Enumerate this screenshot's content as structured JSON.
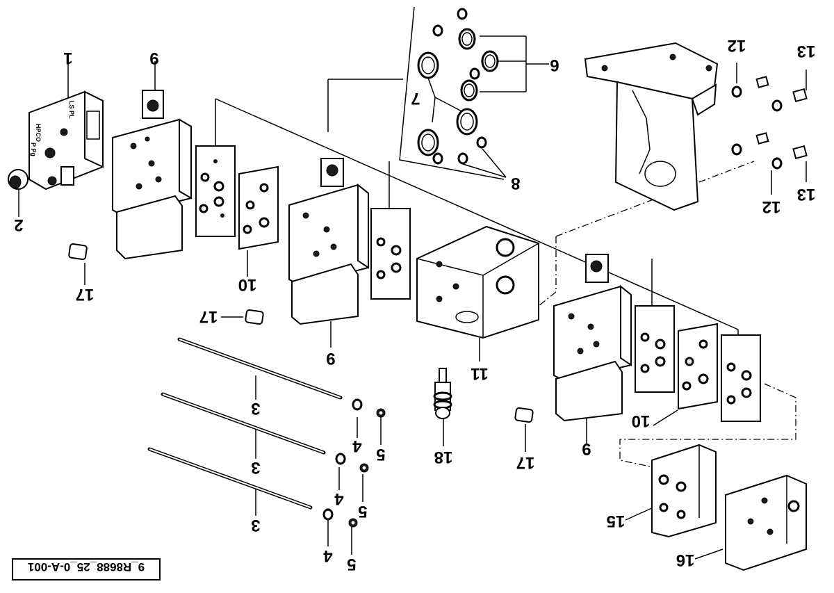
{
  "diagram": {
    "reference_code": "9_R8688_25_0-A-001",
    "callouts": {
      "c1": "1",
      "c2": "2",
      "c3": "3",
      "c4": "4",
      "c5": "5",
      "c6": "6",
      "c7": "7",
      "c8": "8",
      "c9": "9",
      "c10": "10",
      "c11": "11",
      "c12": "12",
      "c13": "13",
      "c15": "15",
      "c16": "16",
      "c17": "17",
      "c18": "18"
    },
    "cover_texts": {
      "brand": "HPCO",
      "ports_left": "P  Pg",
      "ports_right": "LS  PL"
    }
  }
}
